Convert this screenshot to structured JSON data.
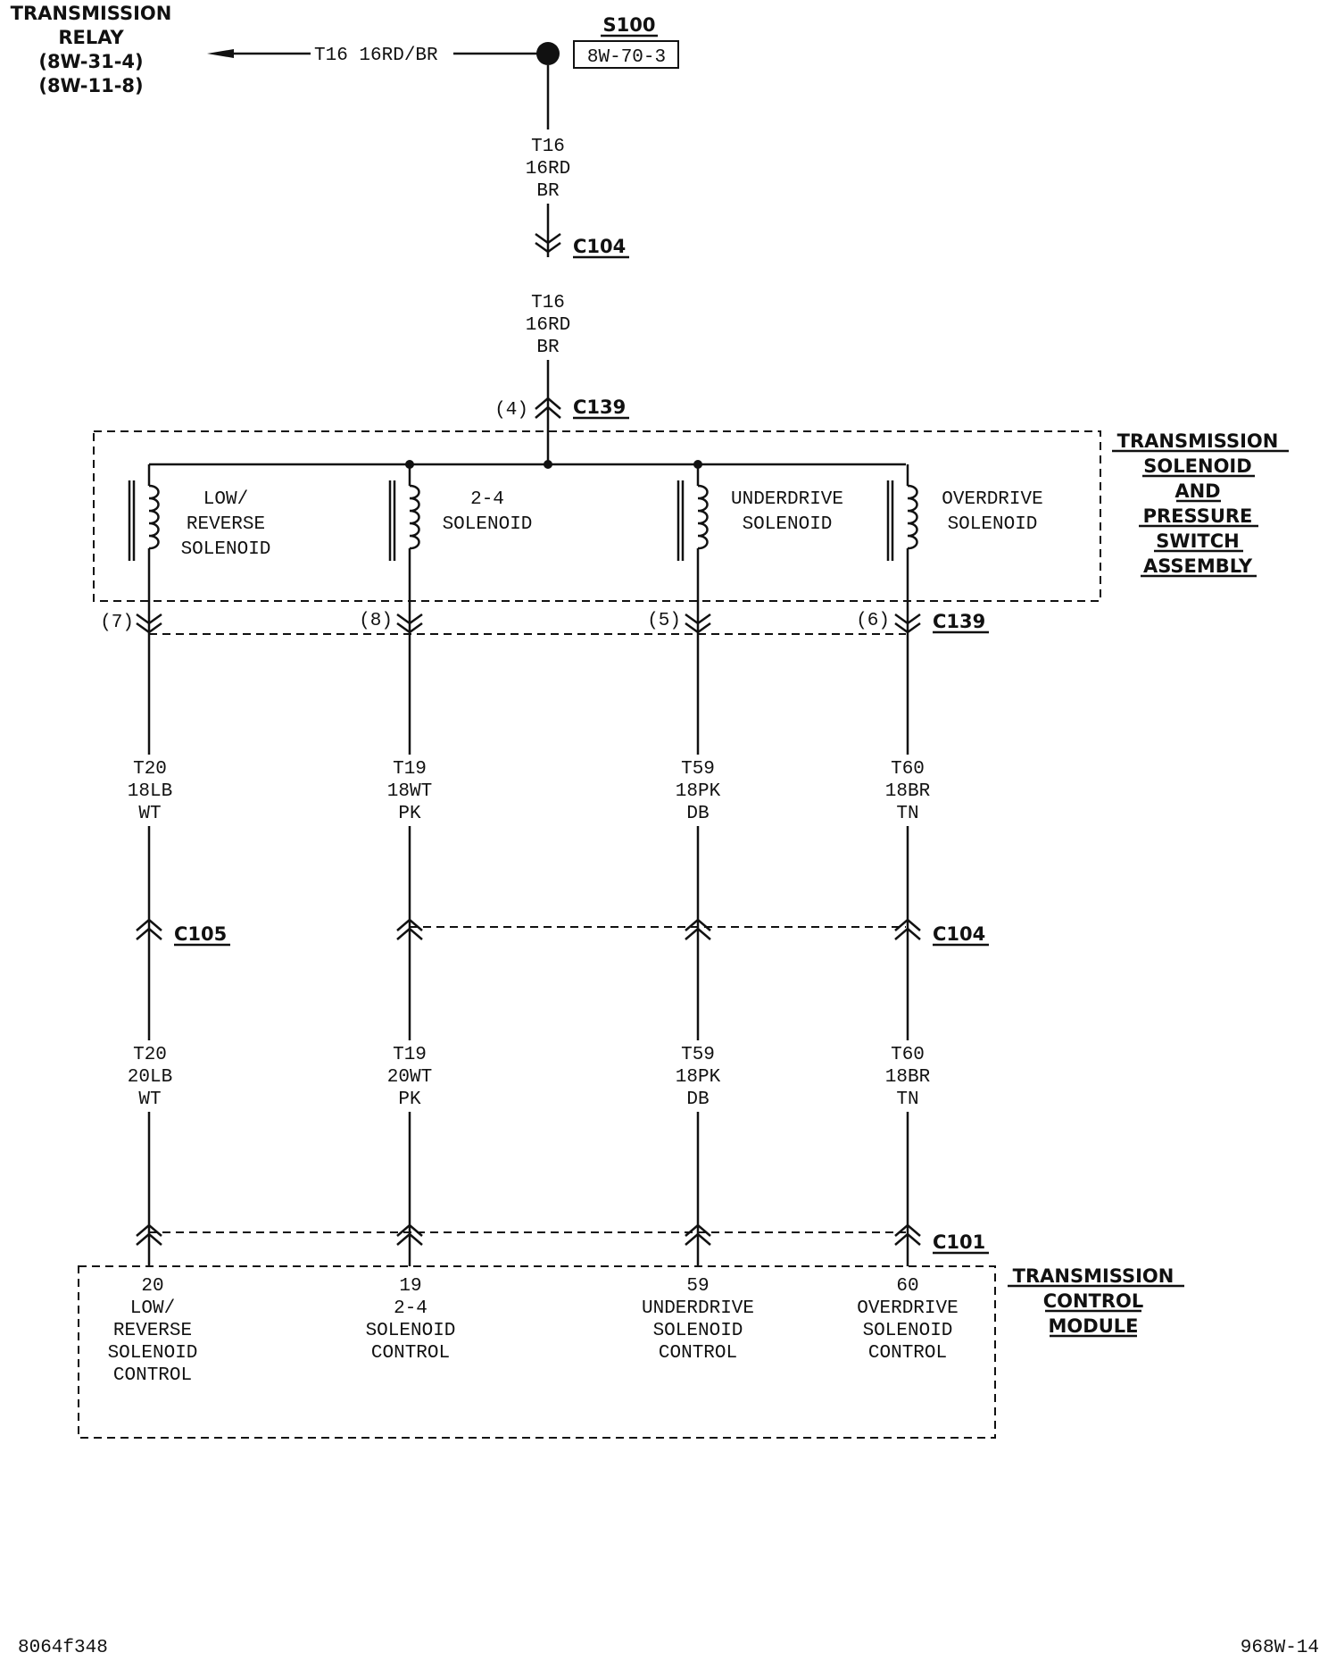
{
  "relay": {
    "lines": [
      "TRANSMISSION",
      "RELAY",
      "(8W-31-4)",
      "(8W-11-8)"
    ],
    "wire_label": "T16 16RD/BR"
  },
  "splice": {
    "name": "S100",
    "ref": "8W-70-3"
  },
  "feed_wire": {
    "upper": [
      "T16",
      "16RD",
      "BR"
    ],
    "lower": [
      "T16",
      "16RD",
      "BR"
    ]
  },
  "connectors": {
    "c104": "C104",
    "c139": "C139",
    "c105": "C105",
    "c101": "C101"
  },
  "pins": {
    "feed": "(4)",
    "low_reverse": "(7)",
    "two_four": "(8)",
    "underdrive": "(5)",
    "overdrive": "(6)"
  },
  "solenoid_assembly": {
    "label_lines": [
      "TRANSMISSION",
      "SOLENOID",
      "AND",
      "PRESSURE",
      "SWITCH",
      "ASSEMBLY"
    ],
    "solenoids": [
      {
        "lines": [
          "LOW/",
          "REVERSE",
          "SOLENOID"
        ]
      },
      {
        "lines": [
          "2-4",
          "SOLENOID"
        ]
      },
      {
        "lines": [
          "UNDERDRIVE",
          "SOLENOID"
        ]
      },
      {
        "lines": [
          "OVERDRIVE",
          "SOLENOID"
        ]
      }
    ]
  },
  "circuits": [
    {
      "upper": [
        "T20",
        "18LB",
        "WT"
      ],
      "lower": [
        "T20",
        "20LB",
        "WT"
      ]
    },
    {
      "upper": [
        "T19",
        "18WT",
        "PK"
      ],
      "lower": [
        "T19",
        "20WT",
        "PK"
      ]
    },
    {
      "upper": [
        "T59",
        "18PK",
        "DB"
      ],
      "lower": [
        "T59",
        "18PK",
        "DB"
      ]
    },
    {
      "upper": [
        "T60",
        "18BR",
        "TN"
      ],
      "lower": [
        "T60",
        "18BR",
        "TN"
      ]
    }
  ],
  "tcm": {
    "label_lines": [
      "TRANSMISSION",
      "CONTROL",
      "MODULE"
    ],
    "terminals": [
      {
        "lines": [
          "20",
          "LOW/",
          "REVERSE",
          "SOLENOID",
          "CONTROL"
        ]
      },
      {
        "lines": [
          "19",
          "2-4",
          "SOLENOID",
          "CONTROL"
        ]
      },
      {
        "lines": [
          "59",
          "UNDERDRIVE",
          "SOLENOID",
          "CONTROL"
        ]
      },
      {
        "lines": [
          "60",
          "OVERDRIVE",
          "SOLENOID",
          "CONTROL"
        ]
      }
    ]
  },
  "footer": {
    "left": "8064f348",
    "right": "968W-14"
  }
}
